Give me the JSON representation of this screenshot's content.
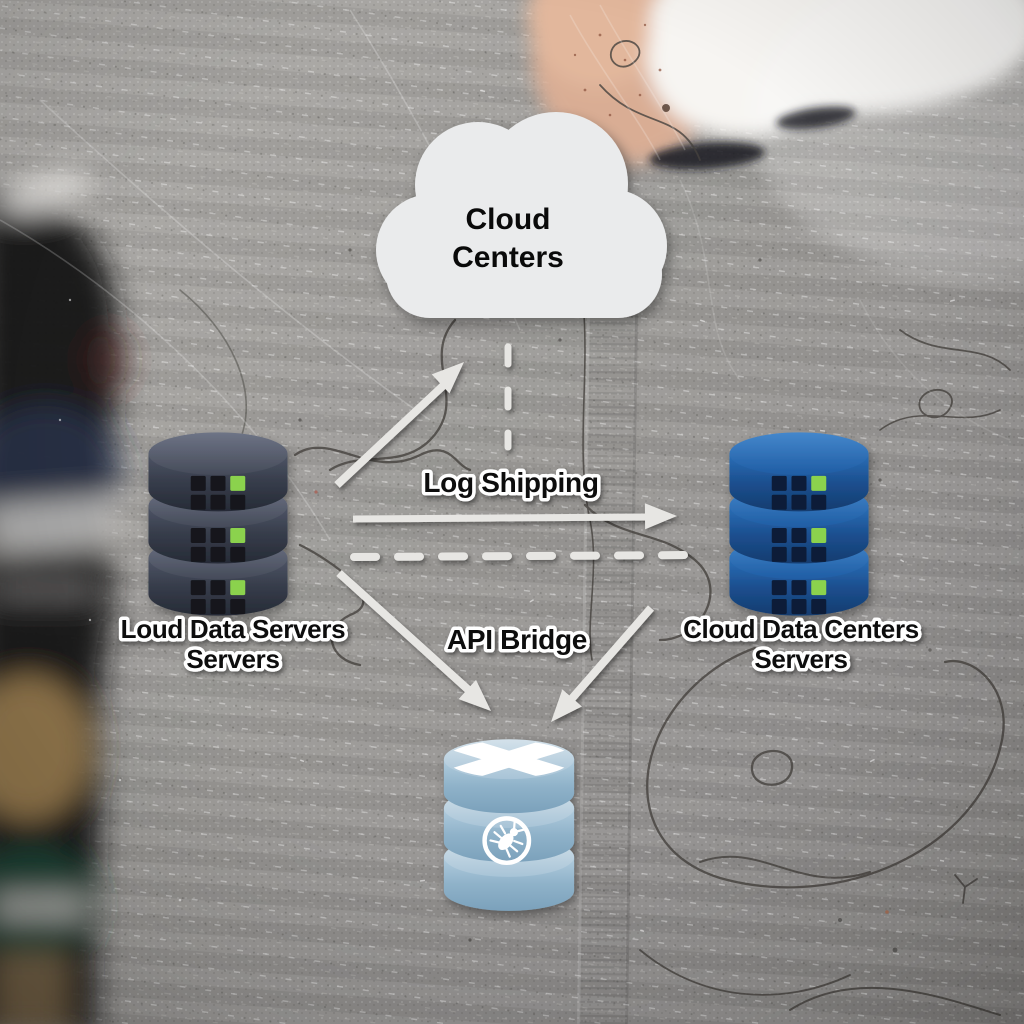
{
  "diagram": {
    "cloud": {
      "line1": "Cloud",
      "line2": "Centers"
    },
    "left_server": {
      "line1": "Loud Data Servers",
      "line2": "Servers"
    },
    "right_server": {
      "line1": "Cloud Data Centers",
      "line2": "Servers"
    },
    "bottom_database": {
      "top_icon": "x-pattern-icon",
      "front_icon": "bug-icon"
    },
    "edges": {
      "log_shipping": "Log Shipping",
      "api_bridge": "API Bridge"
    }
  },
  "colors": {
    "cloud_fill": "#eaebec",
    "arrow": "#e7e6e3",
    "led_green": "#8bd24e",
    "dark_server_body": "#3c4250",
    "blue_server_body": "#1f5da5",
    "light_server_body": "#8fb3cb",
    "label_text": "#0d0d0d",
    "label_outline": "#ffffff",
    "fabric": "#9b9996"
  }
}
